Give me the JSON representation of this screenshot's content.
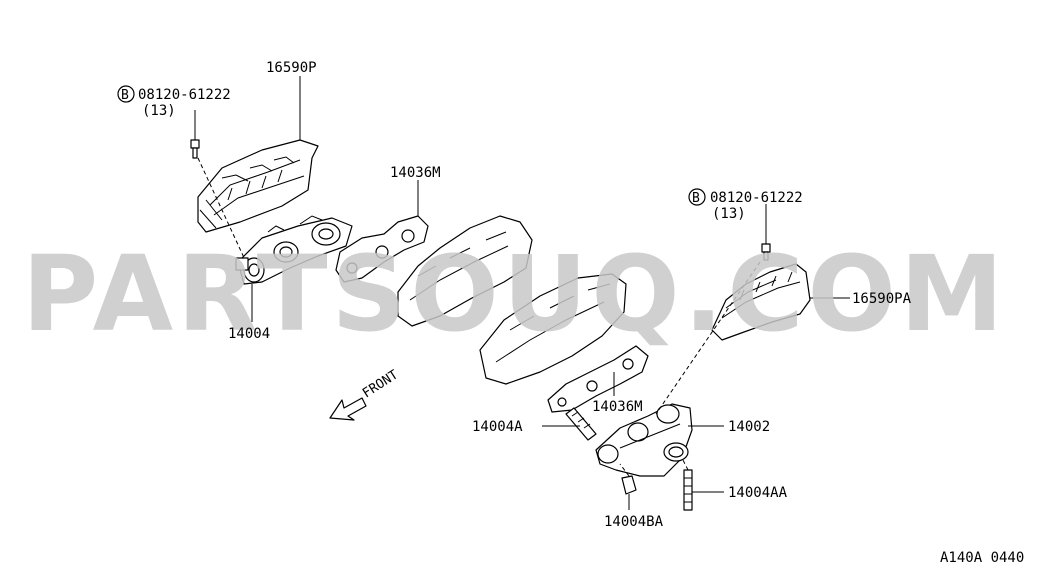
{
  "watermark": "PARTSOUQ.COM",
  "labels": {
    "heat_shield_left": "16590P",
    "bolt_left_code": "08120-61222",
    "bolt_left_qty": "(13)",
    "bolt_left_badge": "B",
    "gasket_upper": "14036M",
    "manifold_left": "14004",
    "bolt_right_code": "08120-61222",
    "bolt_right_qty": "(13)",
    "bolt_right_badge": "B",
    "heat_shield_right": "16590PA",
    "gasket_lower": "14036M",
    "stud_a": "14004A",
    "manifold_right": "14002",
    "stud_aa": "14004AA",
    "nut_ba": "14004BA",
    "front": "FRONT",
    "diagram_code": "A140A 0440"
  },
  "icons": {
    "front_arrow": "front-arrow-icon",
    "bolt": "bolt-icon"
  }
}
